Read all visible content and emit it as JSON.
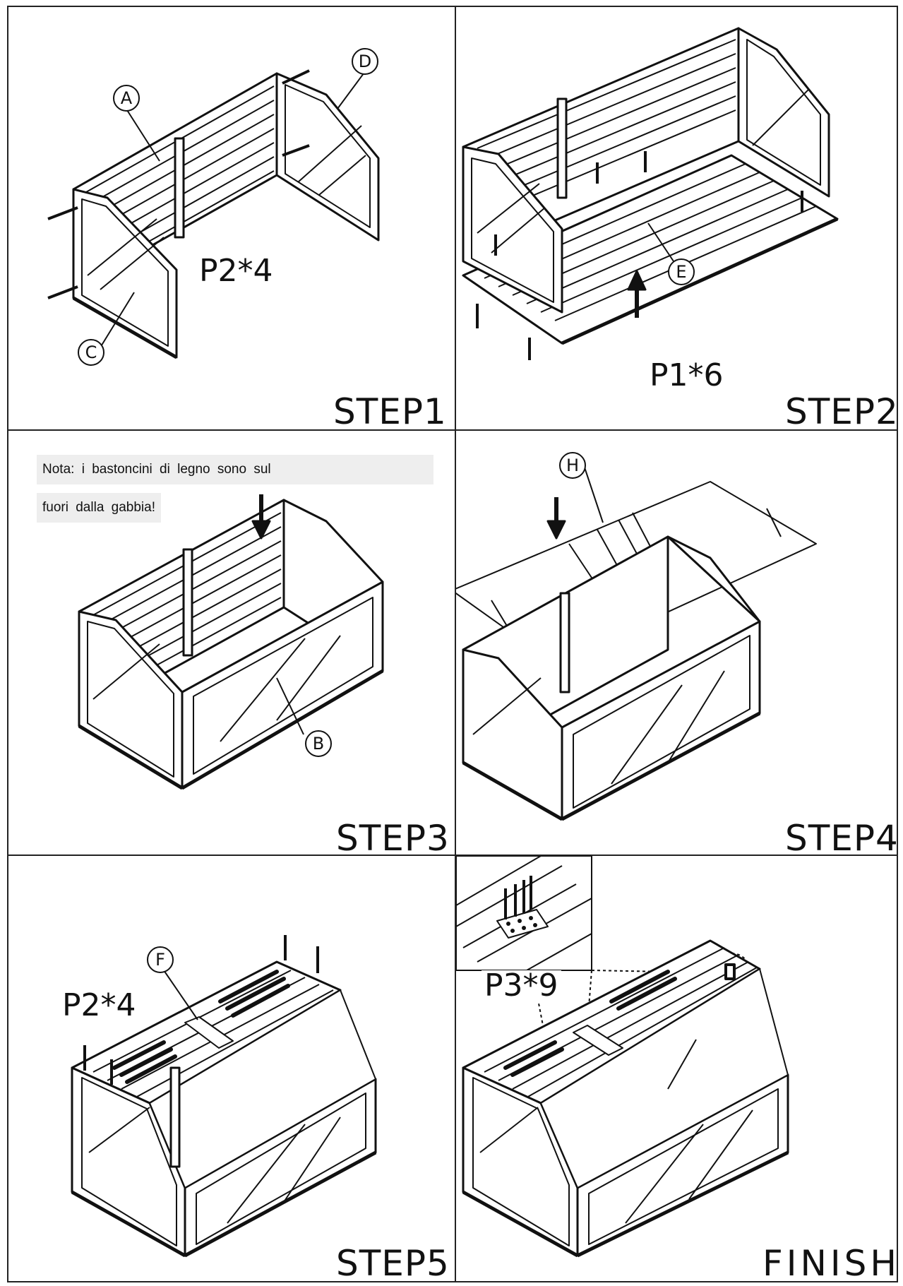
{
  "steps": [
    {
      "label": "STEP1",
      "qty": "P2*4",
      "callouts": [
        "A",
        "D",
        "C"
      ]
    },
    {
      "label": "STEP2",
      "qty": "P1*6",
      "callouts": [
        "E"
      ]
    },
    {
      "label": "STEP3",
      "callouts": [
        "B"
      ],
      "note": [
        "Nota: i bastoncini di legno sono sul",
        "fuori dalla gabbia!"
      ]
    },
    {
      "label": "STEP4",
      "callouts": [
        "H"
      ]
    },
    {
      "label": "STEP5",
      "qty": "P2*4",
      "callouts": [
        "F"
      ]
    },
    {
      "label": "FINISH",
      "qty": "P3*9"
    }
  ],
  "colors": {
    "ink": "#111111",
    "note_bg": "#eeeeee"
  }
}
